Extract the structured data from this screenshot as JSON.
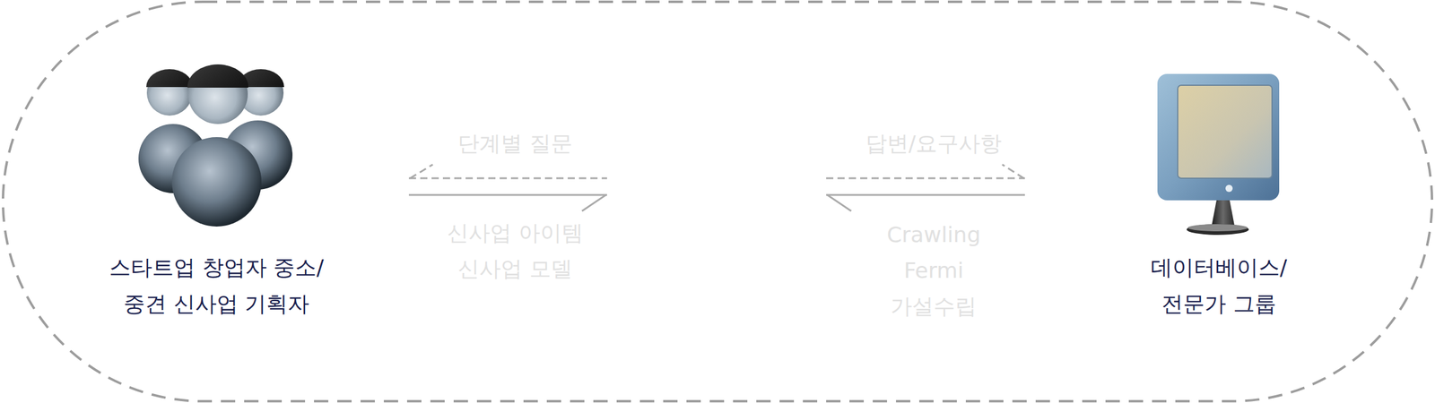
{
  "diagram": {
    "nodes": [
      {
        "text": [
          "스타트업 창업자 중소/중견 신사업 기획자"
        ]
      },
      {
        "text": [
          "데이터베이스/ 전문가 그룹"
        ]
      }
    ],
    "labels": [
      "단계별 질문",
      "신사업 아이템 신사업 모델",
      "답변/요구사항",
      "Crawling Fermi 가설수립"
    ]
  }
}
